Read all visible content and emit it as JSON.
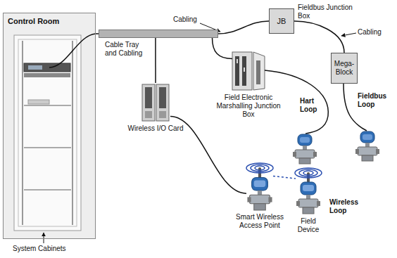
{
  "diagram": {
    "nodes": [
      {
        "text": [
          "Control Room"
        ]
      },
      {
        "text": [
          "Cable Tray and Cabling"
        ]
      },
      {
        "text": [
          "JB",
          "Fieldbus Junction Box"
        ]
      },
      {
        "text": [
          "Field Electronic Marshalling Junction Box"
        ]
      },
      {
        "text": [
          "Mega- Block"
        ]
      },
      {
        "text": [
          "Wireless I/O Card"
        ]
      },
      {
        "text": [
          "Smart Wireless Access Point"
        ]
      },
      {
        "text": [
          "Field Device"
        ]
      }
    ],
    "edges": [
      {
        "from": 0,
        "to": 1,
        "arrow": "none"
      },
      {
        "from": 1,
        "to": 2,
        "arrow": "none"
      },
      {
        "from": 2,
        "to": 4,
        "arrow": "none"
      },
      {
        "from": 1,
        "to": 3,
        "arrow": "none"
      },
      {
        "from": 1,
        "to": 5,
        "arrow": "none"
      },
      {
        "from": 5,
        "to": 6,
        "arrow": "none"
      },
      {
        "from": 6,
        "to": 7,
        "arrow": "none"
      }
    ],
    "labels": [
      "Cabling",
      "Cabling",
      "Hart Loop",
      "Fieldbus Loop",
      "Wireless Loop",
      "System Cabinets"
    ]
  }
}
